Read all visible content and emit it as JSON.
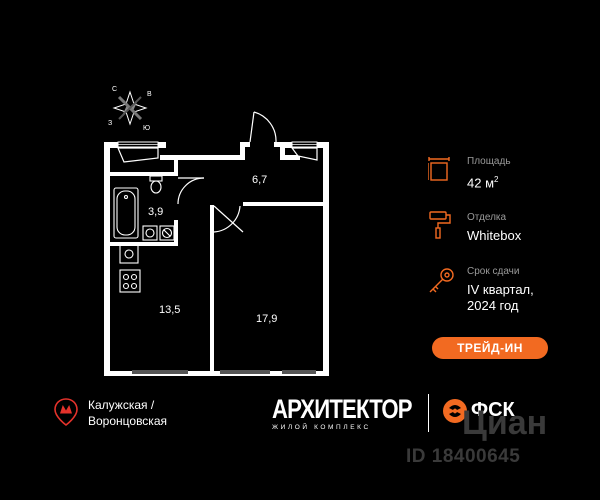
{
  "compass": {
    "n": "С",
    "e": "В",
    "s": "Ю",
    "w": "З"
  },
  "rooms": [
    {
      "name": "corridor",
      "area": "6,7"
    },
    {
      "name": "bathroom",
      "area": "3,9"
    },
    {
      "name": "kitchen",
      "area": "13,5"
    },
    {
      "name": "bedroom",
      "area": "17,9"
    }
  ],
  "info": {
    "area_label": "Площадь",
    "area_value": "42 м",
    "area_unit_sup": "2",
    "finish_label": "Отделка",
    "finish_value": "Whitebox",
    "deadline_label": "Срок сдачи",
    "deadline_line1": "IV квартал,",
    "deadline_line2": "2024 год"
  },
  "trade_in_label": "ТРЕЙД-ИН",
  "metro": {
    "line1": "Калужская /",
    "line2": "Воронцовская"
  },
  "brand": {
    "arch": "АРХИТЕКТОР",
    "arch_sub": "ЖИЛОЙ КОМПЛЕКС",
    "fsk": "ФСК"
  },
  "watermark": {
    "cian": "Циан",
    "id": "ID 18400645"
  },
  "colors": {
    "accent": "#f26a21",
    "metro_red": "#e4322b",
    "background": "#000000"
  }
}
